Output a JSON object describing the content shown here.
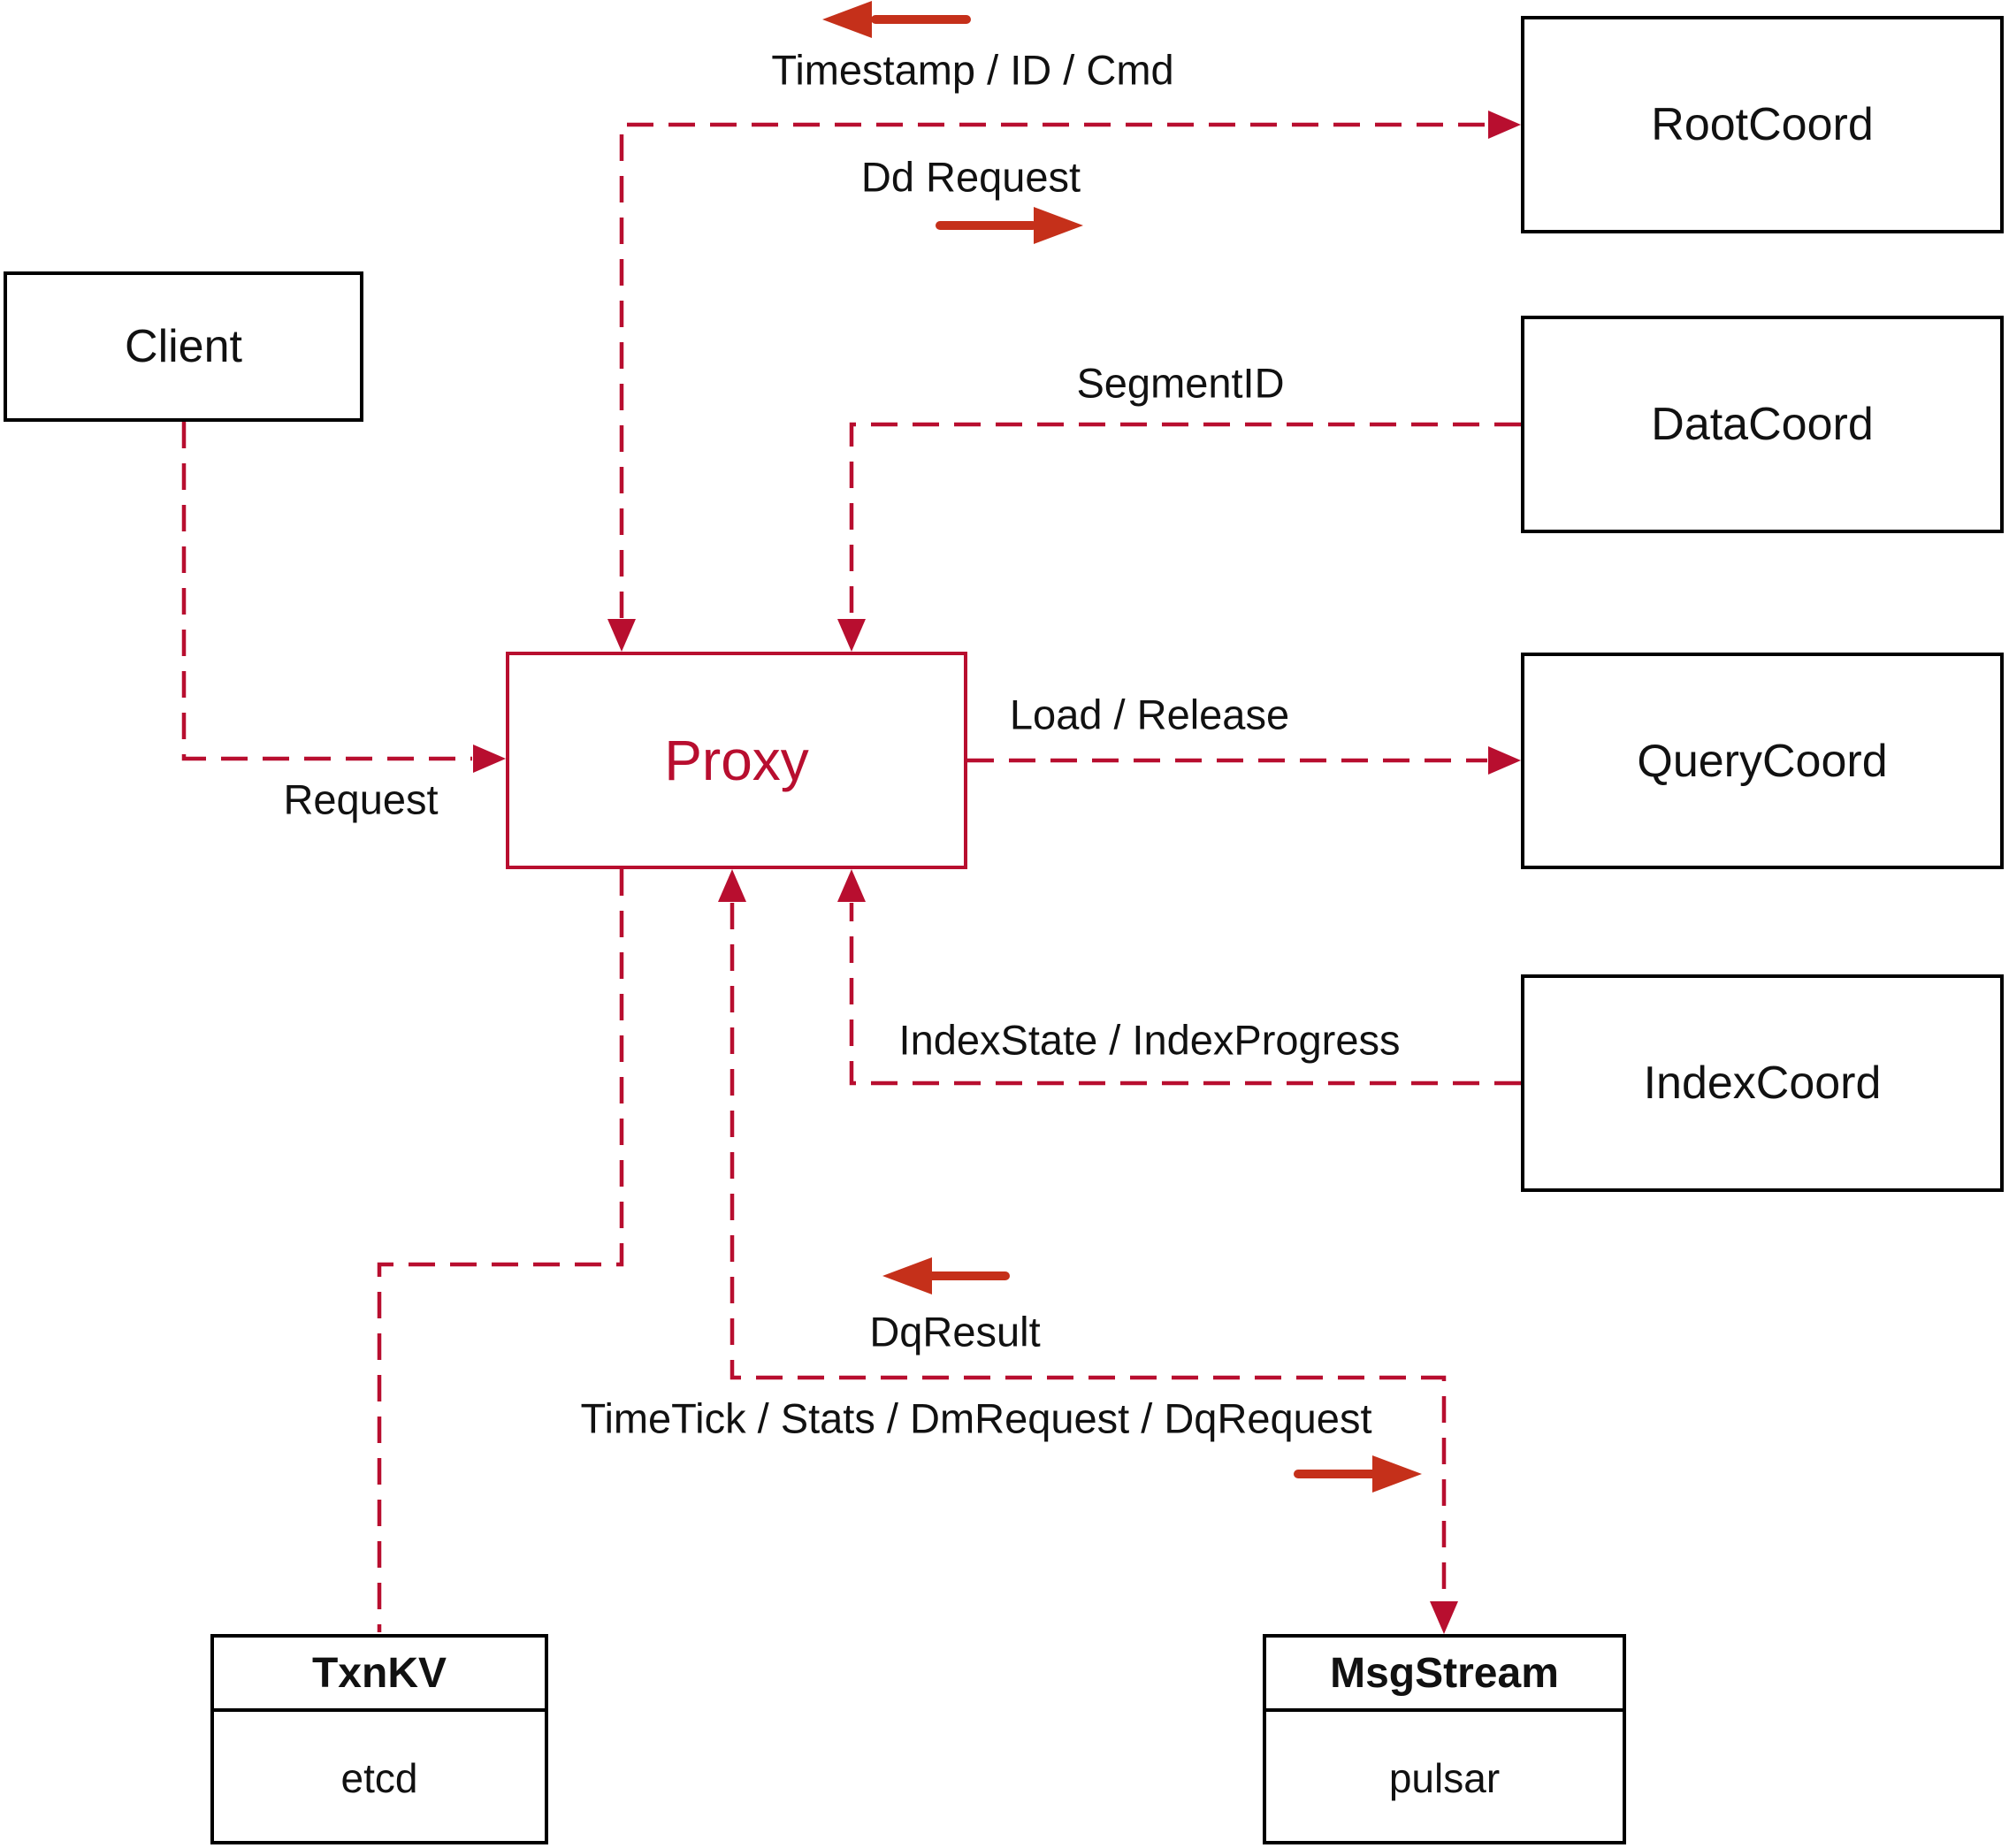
{
  "diagram": {
    "nodes": {
      "client": {
        "label": "Client"
      },
      "proxy": {
        "label": "Proxy"
      },
      "rootcoord": {
        "label": "RootCoord"
      },
      "datacoord": {
        "label": "DataCoord"
      },
      "querycoord": {
        "label": "QueryCoord"
      },
      "indexcoord": {
        "label": "IndexCoord"
      },
      "txnkv": {
        "title": "TxnKV",
        "subtitle": "etcd"
      },
      "msgstream": {
        "title": "MsgStream",
        "subtitle": "pulsar"
      }
    },
    "edge_labels": {
      "timestamp_id_cmd": "Timestamp / ID / Cmd",
      "dd_request": "Dd Request",
      "segment_id": "SegmentID",
      "request": "Request",
      "load_release": "Load / Release",
      "index_state_progress": "IndexState / IndexProgress",
      "dq_result": "DqResult",
      "timetick_stats": "TimeTick / Stats / DmRequest / DqRequest"
    },
    "colors": {
      "connector": "#b80e2f",
      "solid_arrow": "#c5301a",
      "box_border": "#000000",
      "text": "#111111",
      "proxy_accent": "#b80e2f"
    }
  }
}
